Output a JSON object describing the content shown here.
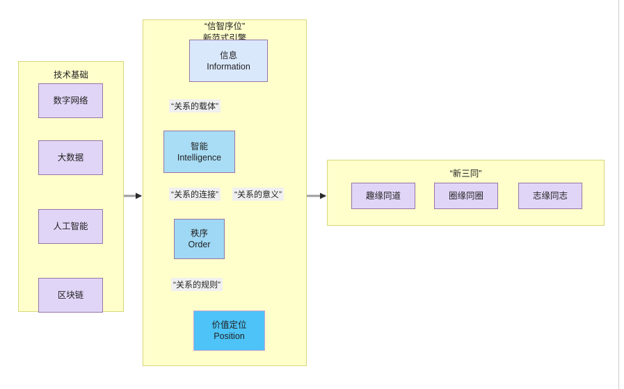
{
  "diagram": {
    "title_overlay": {
      "line1": "“信智序位”",
      "line2": "新范式引擎"
    },
    "groups": {
      "left": {
        "title": "技术基础",
        "nodes": [
          {
            "cn": "数字网络"
          },
          {
            "cn": "大数据"
          },
          {
            "cn": "人工智能"
          },
          {
            "cn": "区块链"
          }
        ]
      },
      "center": {
        "nodes": [
          {
            "cn": "信息",
            "en": "Information"
          },
          {
            "cn": "智能",
            "en": "Intelligence"
          },
          {
            "cn": "秩序",
            "en": "Order"
          },
          {
            "cn": "价值定位",
            "en": "Position"
          }
        ],
        "edge_labels": [
          {
            "text": "“关系的载体”"
          },
          {
            "text": "“关系的连接”"
          },
          {
            "text": "“关系的意义”"
          },
          {
            "text": "“关系的规则”"
          }
        ]
      },
      "right": {
        "title": "“新三同”",
        "nodes": [
          {
            "cn": "趣缘同道"
          },
          {
            "cn": "圈缘同圈"
          },
          {
            "cn": "志缘同志"
          }
        ]
      }
    },
    "colors": {
      "group_fill": "#ffffcc",
      "group_border": "#d6d67a",
      "lavender_fill": "#e1d5f7",
      "lightblue_fill": "#dae8fc",
      "midblue_fill": "#a9dcf5",
      "deepblue_fill": "#4dc3f7",
      "node_border": "#9673a6",
      "edge_stroke": "#4d4d4d",
      "label_bg": "#f0f0f0"
    }
  }
}
